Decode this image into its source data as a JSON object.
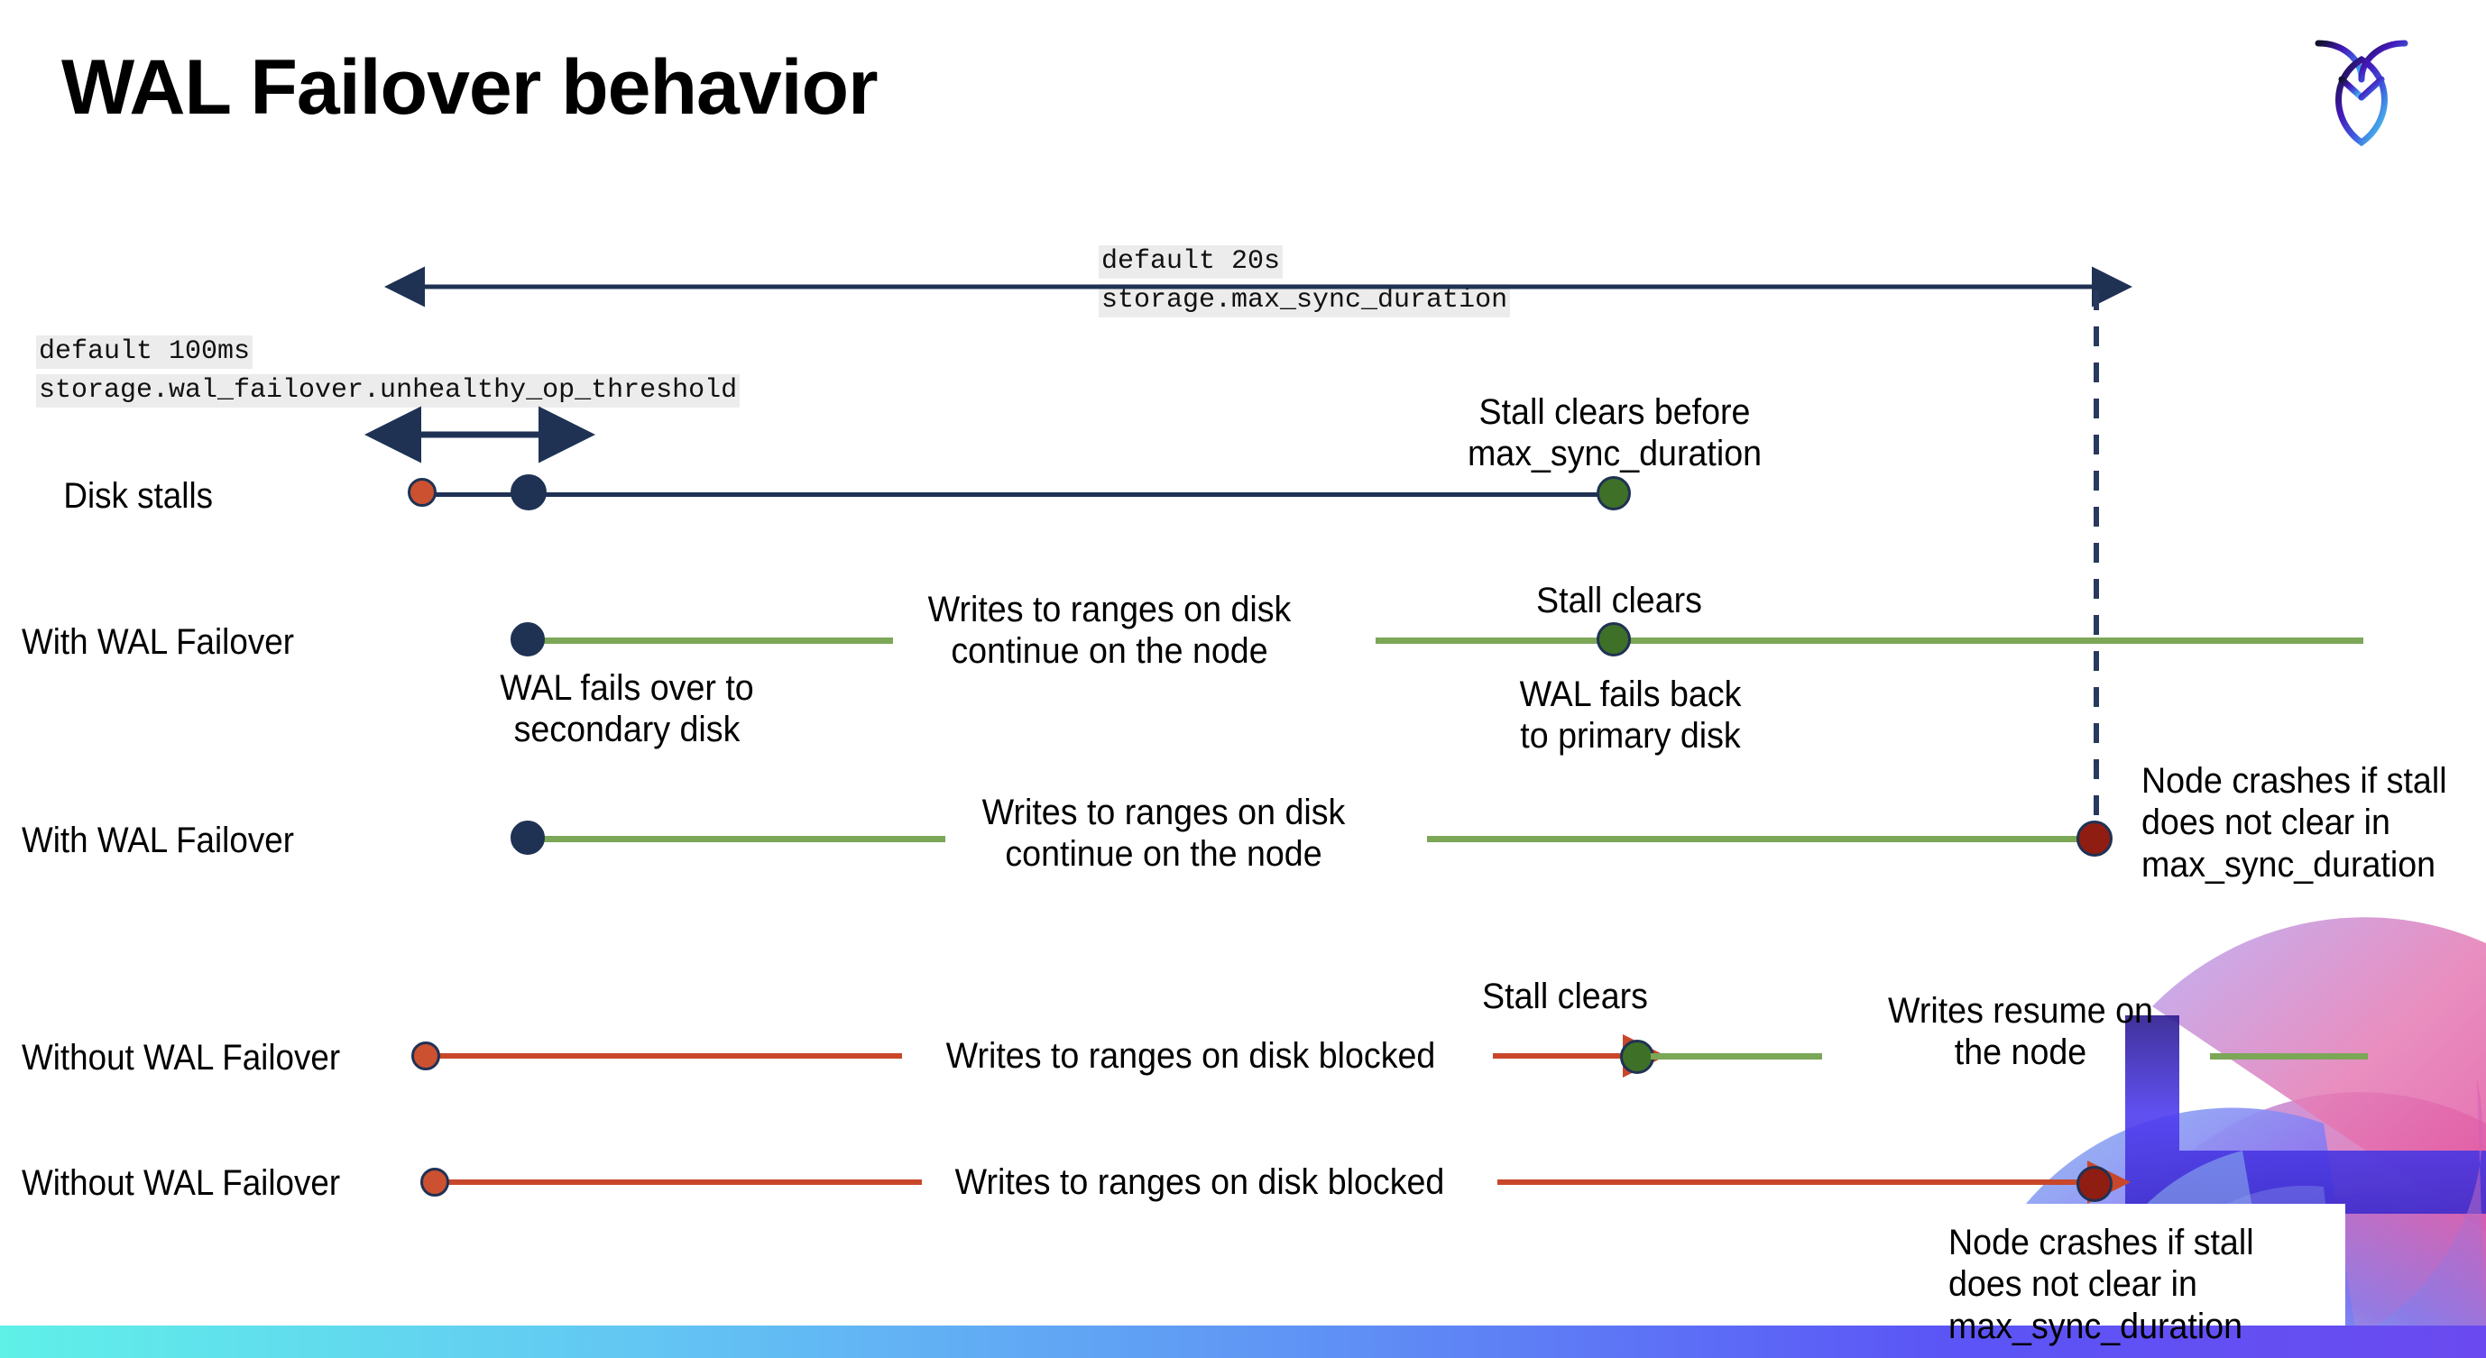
{
  "slide": {
    "title": "WAL Failover behavior",
    "logo_name": "cockroachdb-logo"
  },
  "colors": {
    "navy": "#1f3254",
    "green_line": "#7ba757",
    "red_line": "#c8472b",
    "dot_red": "#cb5130",
    "dot_green": "#3e7027",
    "dot_darkred": "#8f1d12",
    "code_bg": "#ececec",
    "bottom_gradient_from": "#5ff0e8",
    "bottom_gradient_to": "#6a4af0"
  },
  "config_labels": {
    "max_sync": {
      "line1": "default 20s",
      "line2": "storage.max_sync_duration"
    },
    "unhealthy_op": {
      "line1": "default 100ms",
      "line2": "storage.wal_failover.unhealthy_op_threshold"
    }
  },
  "rows": [
    {
      "id": "disk-stalls",
      "label": "Disk stalls",
      "note_right": "Stall clears before\nmax_sync_duration"
    },
    {
      "id": "with-wal-failover-1",
      "label": "With WAL Failover",
      "note_mid": "Writes to ranges on disk\ncontinue on the node",
      "note_stall": "Stall clears",
      "note_below_start": "WAL fails over to\nsecondary disk",
      "note_below_end": "WAL fails  back\nto primary disk"
    },
    {
      "id": "with-wal-failover-2",
      "label": "With WAL Failover",
      "note_mid": "Writes to ranges on disk\ncontinue on the node",
      "note_right": "Node crashes if stall\ndoes not clear in\nmax_sync_duration"
    },
    {
      "id": "without-wal-failover-1",
      "label": "Without WAL Failover",
      "note_mid": "Writes to ranges on disk  blocked",
      "note_stall": "Stall clears",
      "note_resume": "Writes resume on\nthe node"
    },
    {
      "id": "without-wal-failover-2",
      "label": "Without WAL Failover",
      "note_mid": "Writes to ranges on disk  blocked",
      "note_crash": "Node crashes if stall\ndoes not clear in\nmax_sync_duration"
    }
  ]
}
